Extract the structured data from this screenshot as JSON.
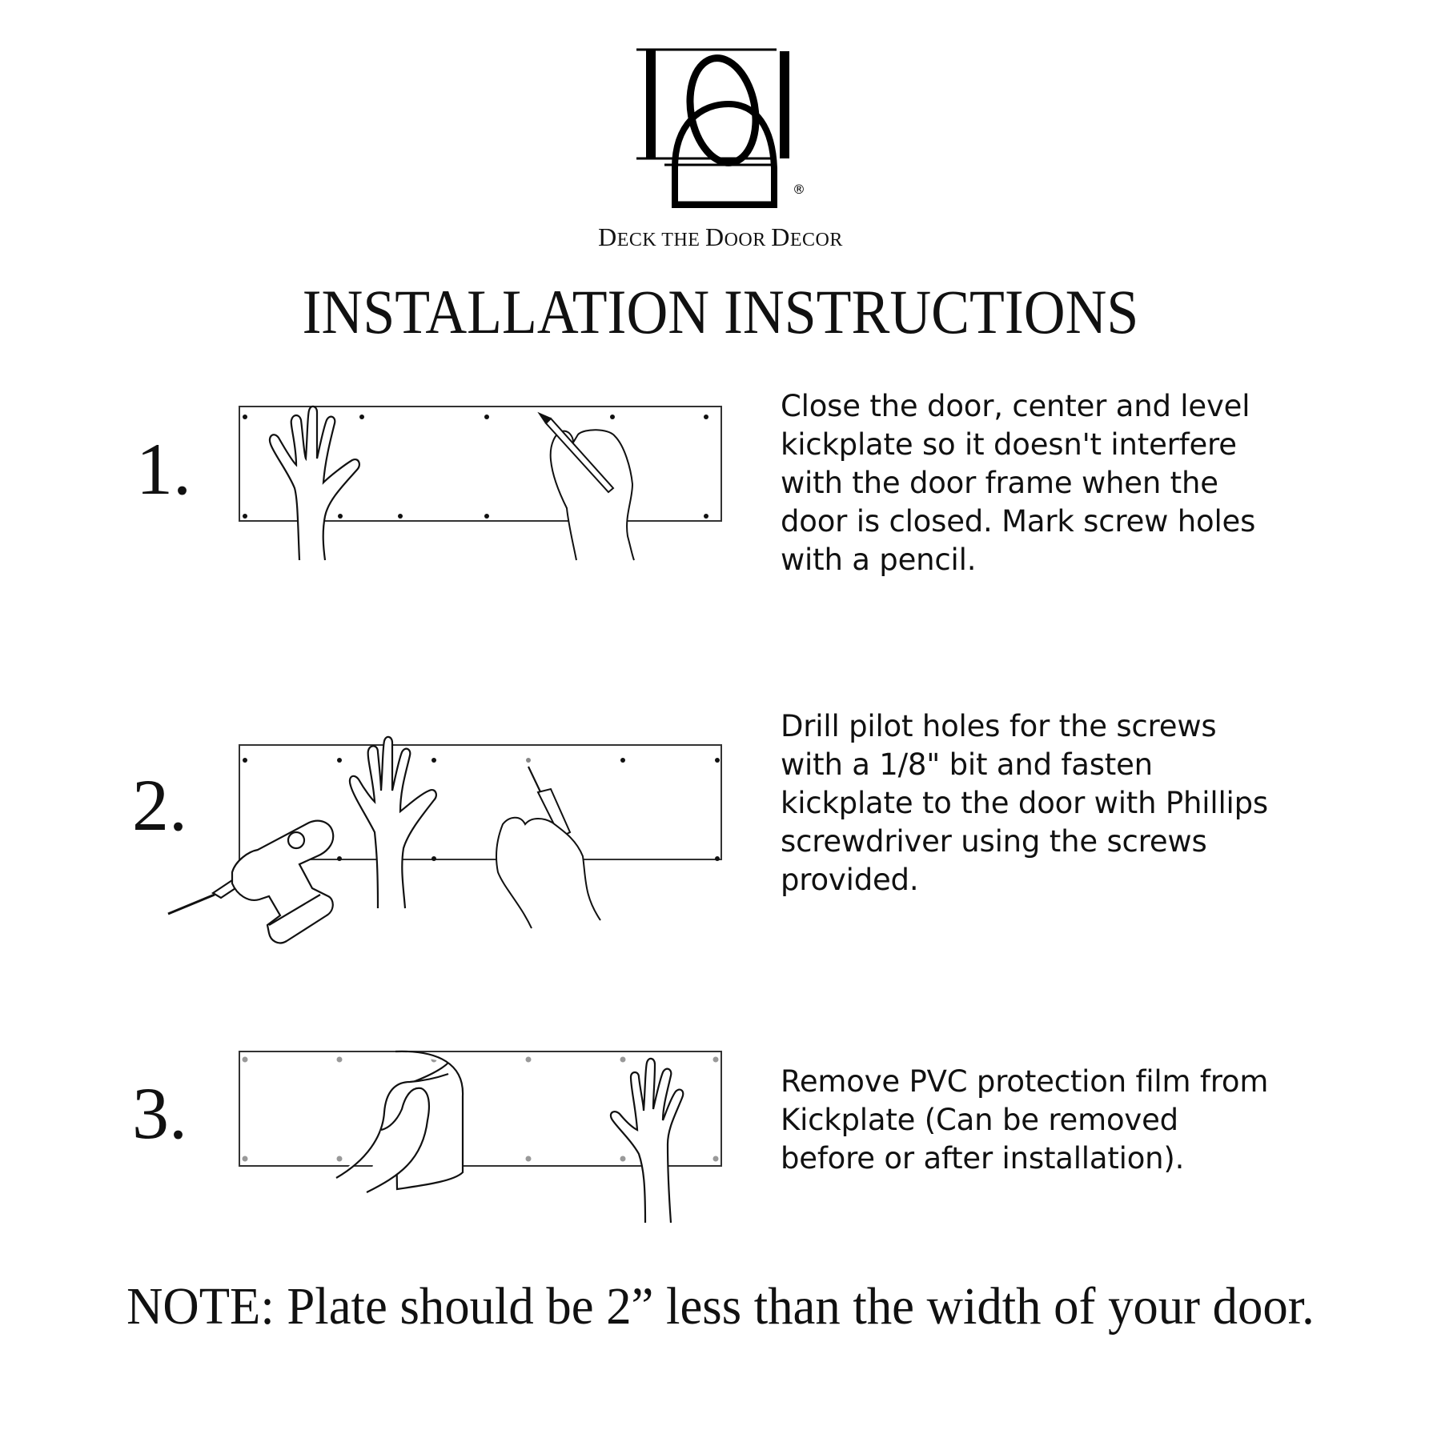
{
  "logo": {
    "monogram_icon": "ddd-monogram-icon",
    "registered_mark": "®",
    "brand_name": {
      "first_D": "D",
      "eck": "ECK THE ",
      "D2": "D",
      "oor": "OOR ",
      "D3": "D",
      "ecor": "ECOR"
    },
    "brand_full": "DECK THE DOOR DECOR"
  },
  "title": "INSTALLATION INSTRUCTIONS",
  "steps": [
    {
      "number": "1.",
      "illustration": "hand-marking-kickplate-with-pencil",
      "lines": [
        "Close the door, center and level",
        "kickplate so it doesn't interfere",
        "with the door frame when the",
        "door is closed. Mark screw holes",
        "with a pencil."
      ]
    },
    {
      "number": "2.",
      "illustration": "drill-and-screwdriver-fastening-kickplate",
      "lines": [
        "Drill pilot holes for the screws",
        "with a 1/8\" bit and fasten",
        "kickplate to the door with Phillips",
        "screwdriver using the screws",
        "provided."
      ]
    },
    {
      "number": "3.",
      "illustration": "hand-peeling-protection-film",
      "lines": [
        "Remove PVC protection film from",
        "Kickplate (Can be removed",
        "before or after installation)."
      ]
    }
  ],
  "note": "NOTE: Plate should be 2” less than the width of your door.",
  "colors": {
    "text": "#111111",
    "line": "#333333",
    "screw_gray": "#888888",
    "background": "#ffffff"
  }
}
